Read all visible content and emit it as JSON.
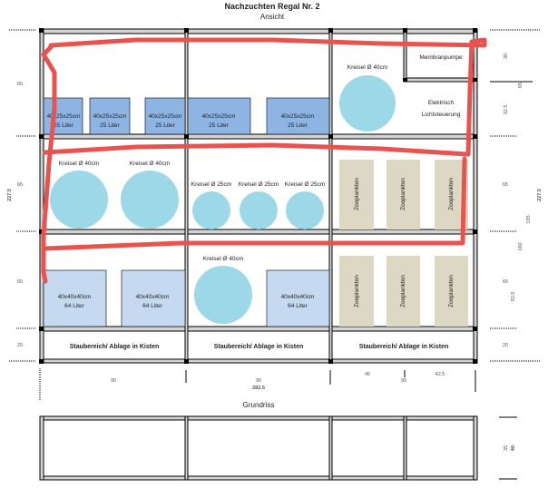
{
  "title": "Nachzuchten Regal Nr. 2",
  "subtitle": "Ansicht",
  "plan_title": "Grundriss",
  "colors": {
    "tank_small": "#8eb4e3",
    "tank_large": "#c5d9f1",
    "pump": "#9dd8e8",
    "zooplankton": "#ddd8c4",
    "annotation": "#e8534f"
  },
  "row1": {
    "tank_size": "40x25x25cm",
    "tank_volume": "25 Liter",
    "kreisel": "Kreisel Ø 40cm",
    "membranpumpe": "Membranpumpe",
    "licht1": "Elektrisch",
    "licht2": "Lichtsteuerung"
  },
  "row2": {
    "kreisel_large": "Kreisel Ø 40cm",
    "kreisel_small": "Kreisel Ø 25cm",
    "zooplankton": "Zooplankton"
  },
  "row3": {
    "tank_size": "40x40x40cm",
    "tank_volume": "64 Liter",
    "kreisel": "Kreisel Ø 40cm",
    "zooplankton": "Zooplankton"
  },
  "row4": {
    "storage": "Staubereich/ Ablage in Kisten"
  },
  "dims": {
    "left": [
      "65",
      "65",
      "65",
      "20"
    ],
    "left_total": "227.5",
    "right": [
      "30",
      "65",
      "32.5",
      "65",
      "227.5",
      "195",
      "160",
      "65",
      "92.5",
      "20"
    ],
    "bottom": [
      "90",
      "90",
      "282.5",
      "45",
      "90",
      "42.5"
    ],
    "plan": [
      "35",
      "40"
    ]
  }
}
